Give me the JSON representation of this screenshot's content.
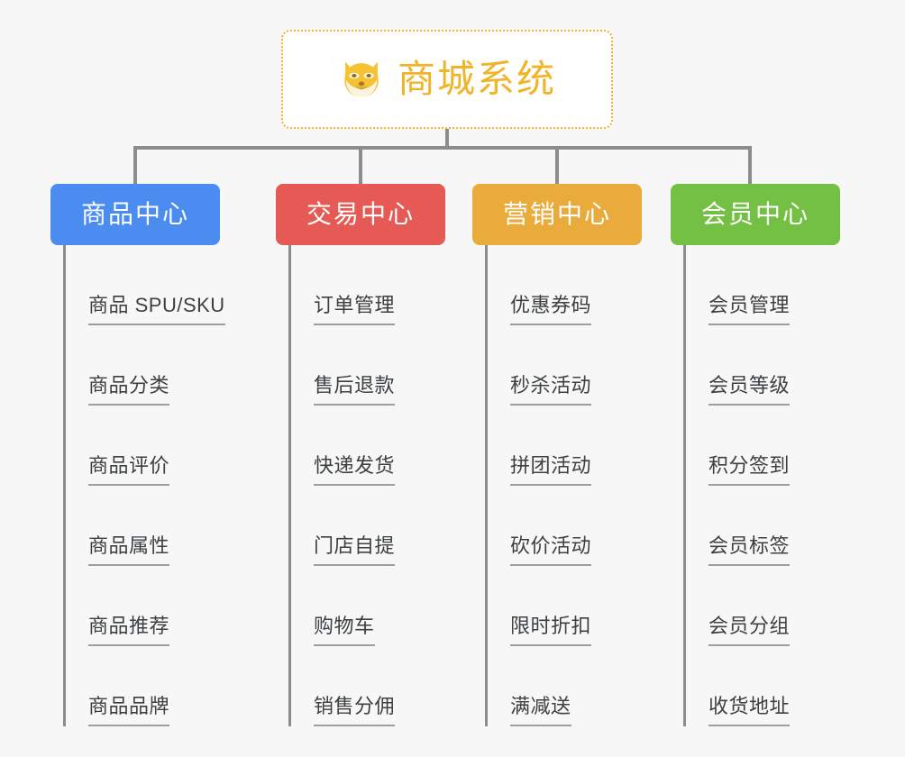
{
  "page": {
    "background_color": "#f7f7f7",
    "connector_color": "#8c8c8c"
  },
  "root": {
    "icon": "dog-face-emoji",
    "title": "商城系统",
    "title_color": "#f0b429",
    "border_color": "#f0b429",
    "background_color": "#ffffff"
  },
  "categories": [
    {
      "label": "商品中心",
      "color": "#4a8cf0",
      "items": [
        "商品 SPU/SKU",
        "商品分类",
        "商品评价",
        "商品属性",
        "商品推荐",
        "商品品牌"
      ]
    },
    {
      "label": "交易中心",
      "color": "#e55a55",
      "items": [
        "订单管理",
        "售后退款",
        "快递发货",
        "门店自提",
        "购物车",
        "销售分佣"
      ]
    },
    {
      "label": "营销中心",
      "color": "#e8ab3c",
      "items": [
        "优惠券码",
        "秒杀活动",
        "拼团活动",
        "砍价活动",
        "限时折扣",
        "满减送"
      ]
    },
    {
      "label": "会员中心",
      "color": "#74c044",
      "items": [
        "会员管理",
        "会员等级",
        "积分签到",
        "会员标签",
        "会员分组",
        "收货地址"
      ]
    }
  ]
}
